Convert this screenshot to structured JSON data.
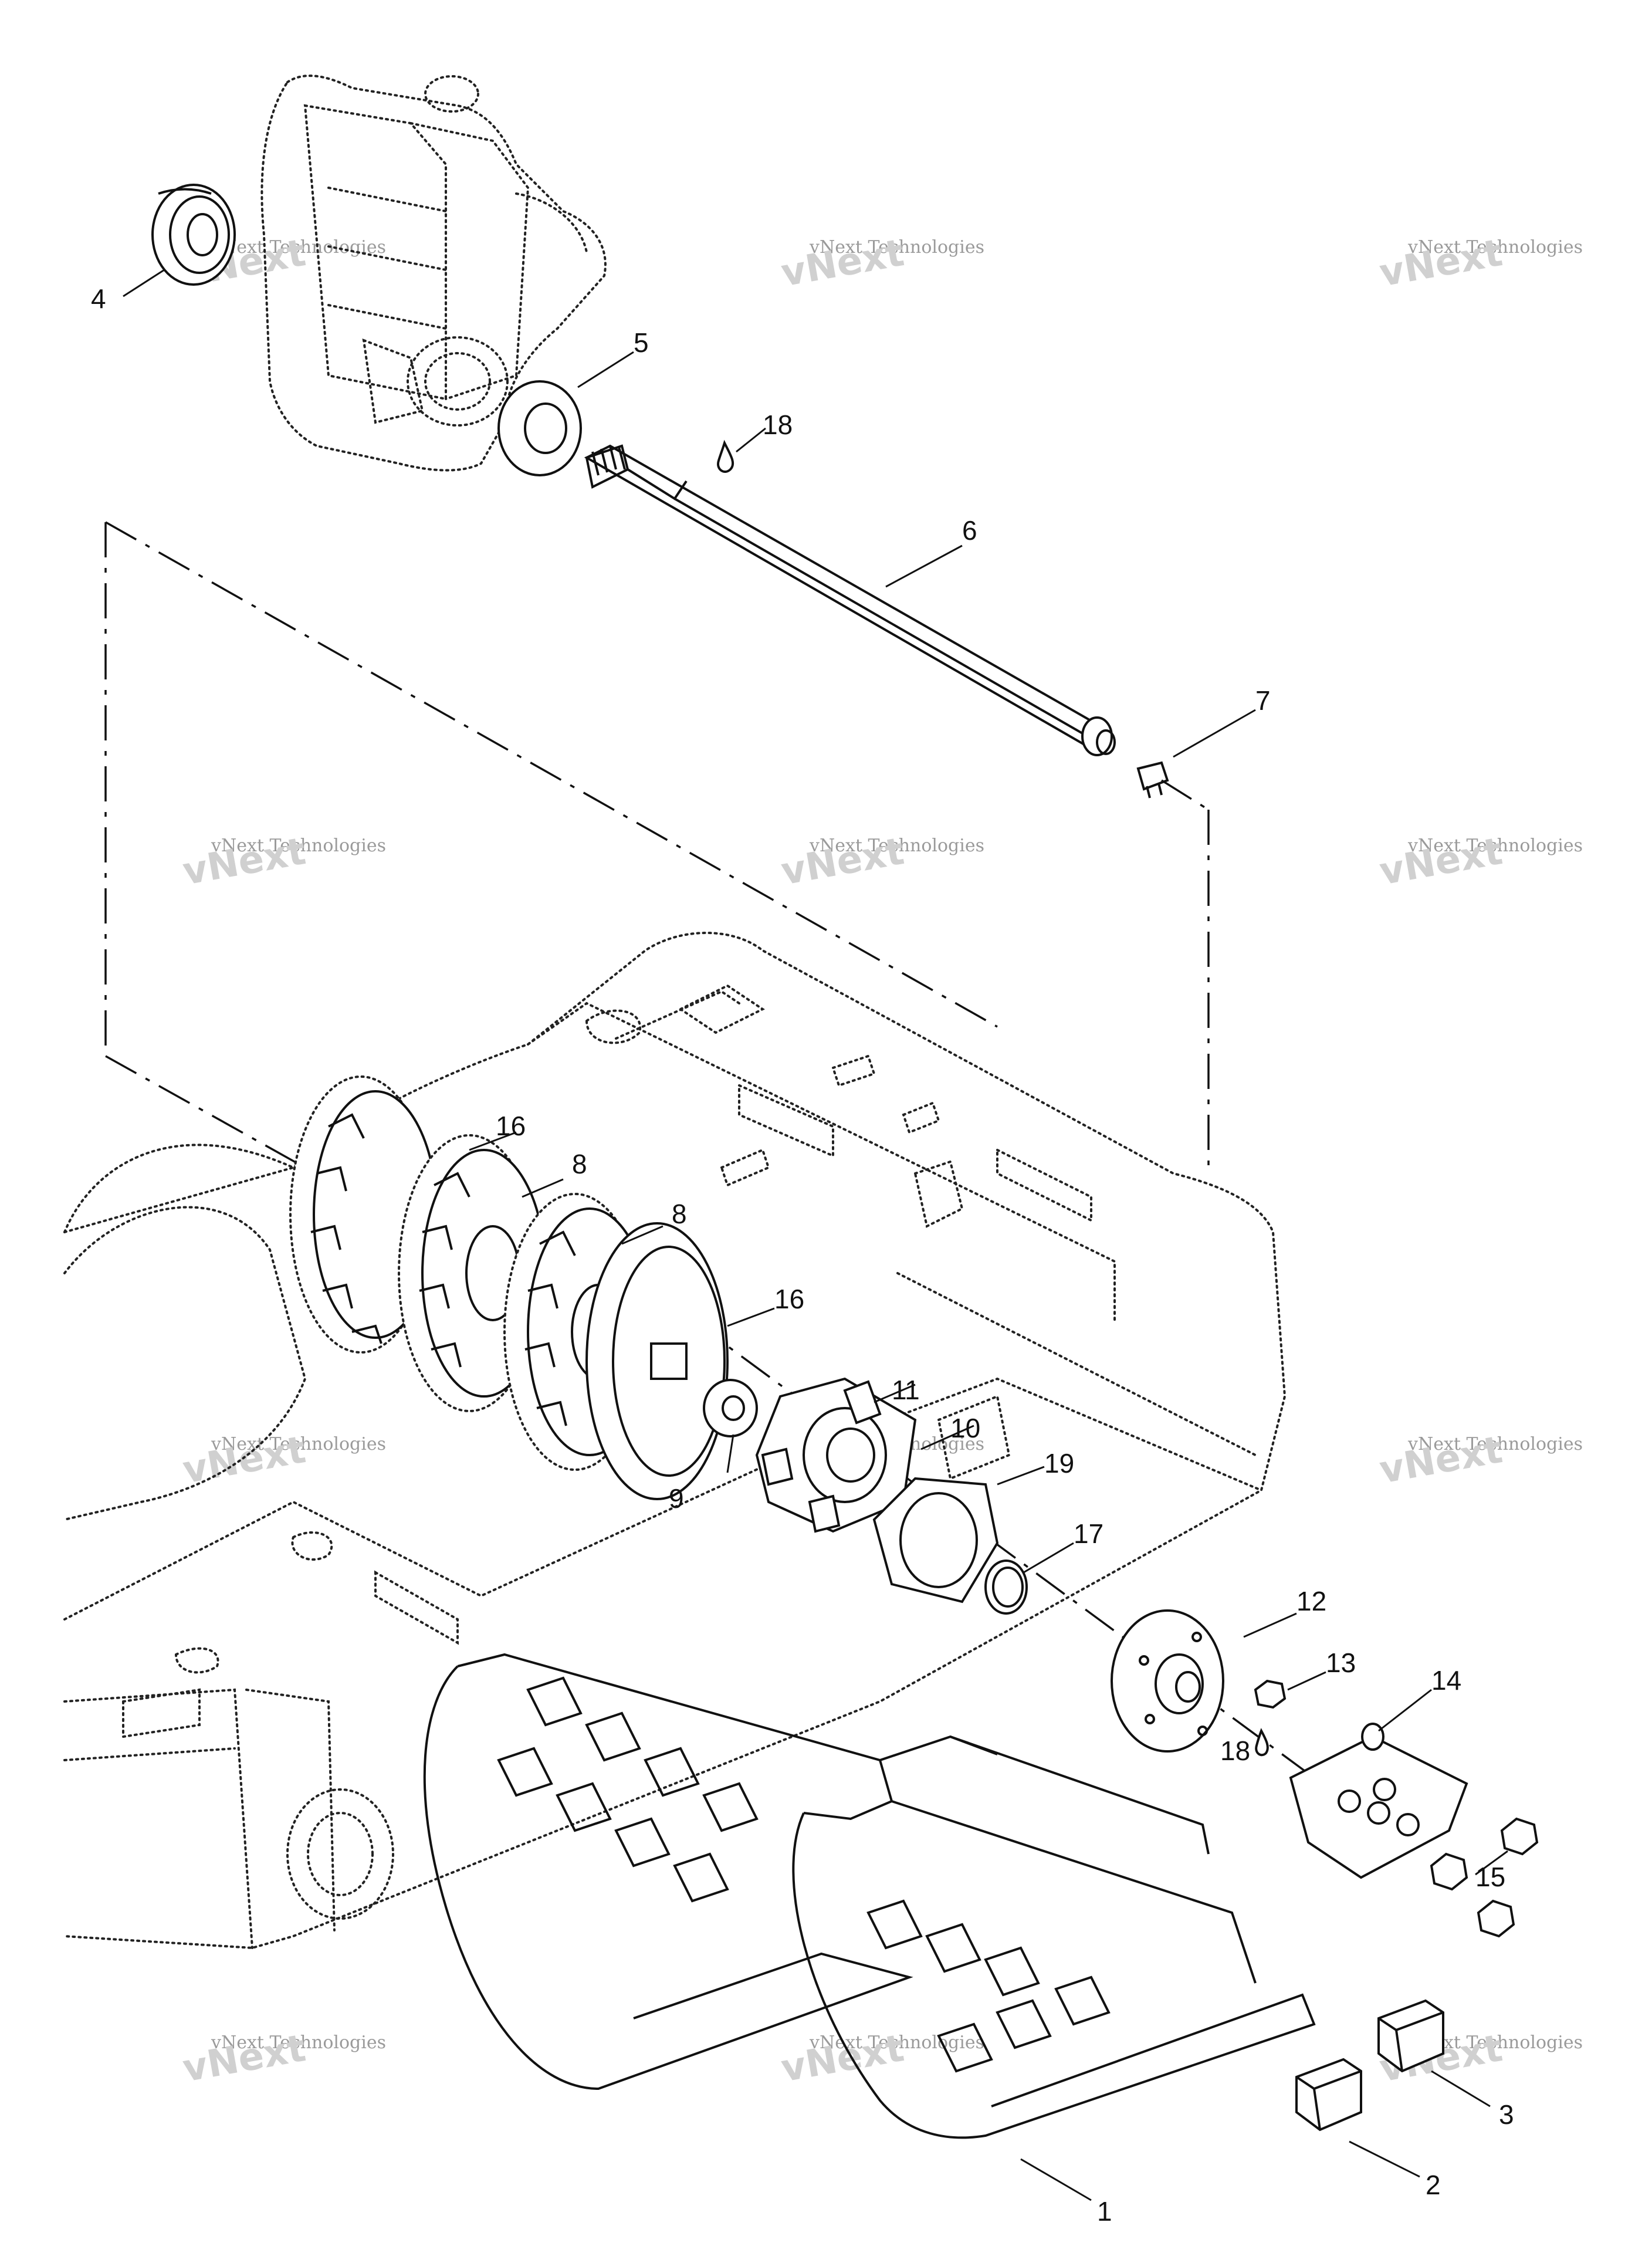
{
  "watermark": {
    "brand": "vNext",
    "company": "Technologies",
    "text": "vNext Technologies"
  },
  "callouts": {
    "c1": "1",
    "c2": "2",
    "c3": "3",
    "c4": "4",
    "c5": "5",
    "c6": "6",
    "c7": "7",
    "c8a": "8",
    "c8b": "8",
    "c9": "9",
    "c10": "10",
    "c11": "11",
    "c12": "12",
    "c13": "13",
    "c14": "14",
    "c15": "15",
    "c16a": "16",
    "c16b": "16",
    "c17": "17",
    "c18a": "18",
    "c18b": "18",
    "c19": "19"
  }
}
